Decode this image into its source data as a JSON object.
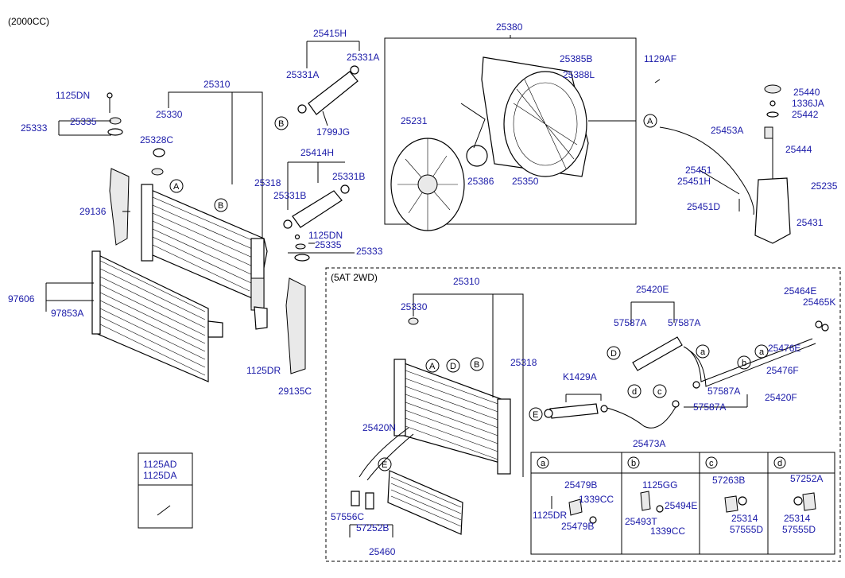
{
  "headers": {
    "engine": "(2000CC)",
    "variant": "(5AT 2WD)",
    "legend_a": "a",
    "legend_b": "b",
    "legend_c": "c",
    "legend_d": "d"
  },
  "refs": {
    "A": "A",
    "B": "B",
    "C": "C",
    "D": "D",
    "E": "E",
    "a": "a",
    "b": "b",
    "c": "c",
    "d": "d"
  },
  "labels": {
    "l_25415H": "25415H",
    "l_25331A_1": "25331A",
    "l_25331A_2": "25331A",
    "l_1799JG": "1799JG",
    "l_25380": "25380",
    "l_25385B": "25385B",
    "l_25388L": "25388L",
    "l_1129AF": "1129AF",
    "l_25440": "25440",
    "l_1336JA": "1336JA",
    "l_25442": "25442",
    "l_25453A": "25453A",
    "l_25444": "25444",
    "l_25451": "25451",
    "l_25451H": "25451H",
    "l_25235": "25235",
    "l_25451D": "25451D",
    "l_25431": "25431",
    "l_1125DN_1": "1125DN",
    "l_25335_1": "25335",
    "l_25333_1": "25333",
    "l_25310_1": "25310",
    "l_25330_1": "25330",
    "l_25328C": "25328C",
    "l_29136": "29136",
    "l_25231": "25231",
    "l_25386": "25386",
    "l_25350": "25350",
    "l_25414H": "25414H",
    "l_25318_1": "25318",
    "l_25331B_1": "25331B",
    "l_25331B_2": "25331B",
    "l_1125DN_2": "1125DN",
    "l_25335_2": "25335",
    "l_25333_2": "25333",
    "l_97606": "97606",
    "l_97853A": "97853A",
    "l_1125DR_1": "1125DR",
    "l_29135C": "29135C",
    "l_25310_2": "25310",
    "l_25330_2": "25330",
    "l_25318_2": "25318",
    "l_25420E": "25420E",
    "l_57587A_1": "57587A",
    "l_57587A_2": "57587A",
    "l_25464E": "25464E",
    "l_25465K": "25465K",
    "l_25476E": "25476E",
    "l_25476F": "25476F",
    "l_K1429A": "K1429A",
    "l_57587A_3": "57587A",
    "l_57587A_4": "57587A",
    "l_25420F": "25420F",
    "l_25420N": "25420N",
    "l_25473A": "25473A",
    "l_1125AD": "1125AD",
    "l_1125DA": "1125DA",
    "l_57556C": "57556C",
    "l_57252B": "57252B",
    "l_25460": "25460",
    "l_25479B_1": "25479B",
    "l_1339CC_1": "1339CC",
    "l_1125DR_2": "1125DR",
    "l_25479B_2": "25479B",
    "l_1125GG": "1125GG",
    "l_25494E": "25494E",
    "l_25493T": "25493T",
    "l_1339CC_2": "1339CC",
    "l_57263B": "57263B",
    "l_25314_1": "25314",
    "l_57555D_1": "57555D",
    "l_57252A": "57252A",
    "l_25314_2": "25314",
    "l_57555D_2": "57555D"
  }
}
